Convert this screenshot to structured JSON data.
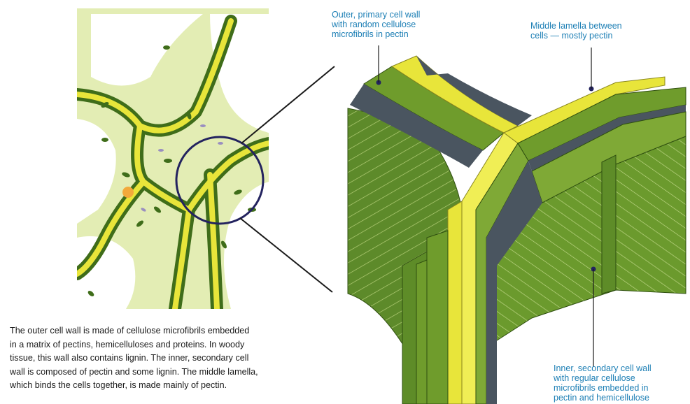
{
  "labels": {
    "outer_wall": "Outer, primary cell wall\nwith random cellulose\nmicrofibrils in pectin",
    "middle_lamella": "Middle lamella between\ncells — mostly pectin",
    "inner_wall": "Inner, secondary cell wall\nwith regular cellulose\nmicrofibrils embedded in\npectin and hemicellulose"
  },
  "caption": "The outer cell wall is made of cellulose microfibrils embedded\nin a matrix of pectins, hemicelluloses and proteins. In woody\ntissue, this wall also contains lignin. The inner, secondary cell\nwall is composed of pectin and some lignin. The middle lamella,\nwhich binds the cells together, is made mainly of pectin.",
  "colors": {
    "label_blue": "#1d7fb5",
    "wall_yellow": "#e8e53a",
    "wall_green": "#6f9c2c",
    "dark_green": "#3f6d1a",
    "slate": "#4a5560",
    "cytoplasm": "#e3edb4",
    "zoom_circle": "#23235f"
  }
}
